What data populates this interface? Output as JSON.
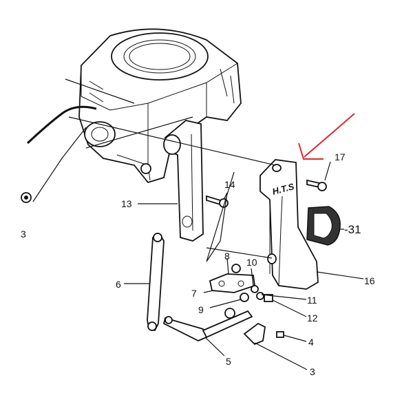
{
  "diagram": {
    "part_marking": "H.T.S",
    "annotation_color": "#e0262b",
    "callouts": [
      {
        "id": "c3a",
        "label": "3"
      },
      {
        "id": "c13",
        "label": "13"
      },
      {
        "id": "c14",
        "label": "14"
      },
      {
        "id": "c17",
        "label": "17"
      },
      {
        "id": "c31",
        "label": "-31"
      },
      {
        "id": "c6",
        "label": "6"
      },
      {
        "id": "c8",
        "label": "8"
      },
      {
        "id": "c10",
        "label": "10"
      },
      {
        "id": "c7",
        "label": "7"
      },
      {
        "id": "c11",
        "label": "11"
      },
      {
        "id": "c9",
        "label": "9"
      },
      {
        "id": "c12",
        "label": "12"
      },
      {
        "id": "c16",
        "label": "16"
      },
      {
        "id": "c5",
        "label": "5"
      },
      {
        "id": "c4",
        "label": "4"
      },
      {
        "id": "c3b",
        "label": "3"
      }
    ]
  }
}
